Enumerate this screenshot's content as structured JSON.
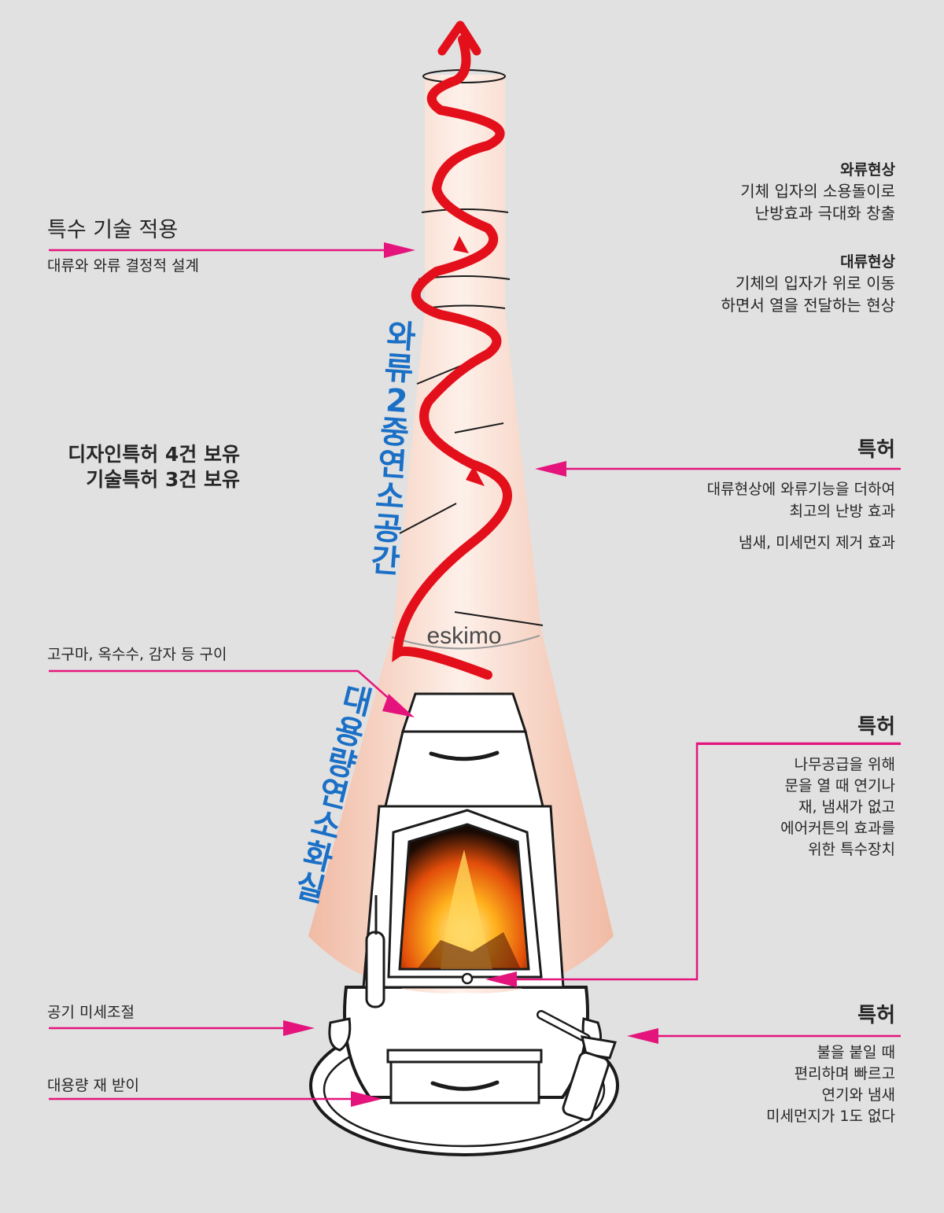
{
  "left": {
    "special_tech_title": "특수 기술 적용",
    "special_tech_desc": "대류와 와류 결정적 설계",
    "patents_line1": "디자인특허 4건 보유",
    "patents_line2": "기술특허 3건 보유",
    "roast": "고구마, 옥수수, 감자 등 구이",
    "air_control": "공기 미세조절",
    "ash_tray": "대용량 재 받이"
  },
  "right": {
    "vortex_title": "와류현상",
    "vortex_desc_1": "기체 입자의 소용돌이로",
    "vortex_desc_2": "난방효과 극대화 창출",
    "convection_title": "대류현상",
    "convection_desc_1": "기체의 입자가 위로 이동",
    "convection_desc_2": "하면서 열을 전달하는 현상",
    "patent1_title": "특허",
    "patent1_desc_1": "대류현상에 와류기능을 더하여",
    "patent1_desc_2": "최고의 난방 효과",
    "patent1_desc_3": "냄새, 미세먼지 제거 효과",
    "patent2_title": "특허",
    "patent2_desc_1": "나무공급을 위해",
    "patent2_desc_2": "문을 열 때 연기나",
    "patent2_desc_3": "재, 냄새가 없고",
    "patent2_desc_4": "에어커튼의 효과를",
    "patent2_desc_5": "위한 특수장치",
    "patent3_title": "특허",
    "patent3_desc_1": "불을 붙일 때",
    "patent3_desc_2": "편리하며 빠르고",
    "patent3_desc_3": "연기와 냄새",
    "patent3_desc_4": "미세먼지가 1도 없다"
  },
  "vertical_labels": {
    "upper": [
      "와",
      "류",
      "2",
      "중",
      "연",
      "소",
      "공",
      "간"
    ],
    "lower": [
      "대",
      "용",
      "량",
      "연",
      "소",
      "화",
      "실"
    ]
  },
  "brand": "eskimo",
  "colors": {
    "background": "#e1e1e1",
    "arrow_magenta": "#e4147c",
    "flow_red": "#e3101b",
    "vertical_text_blue": "#1a6fc6",
    "stove_outline": "#1b1b1b"
  }
}
